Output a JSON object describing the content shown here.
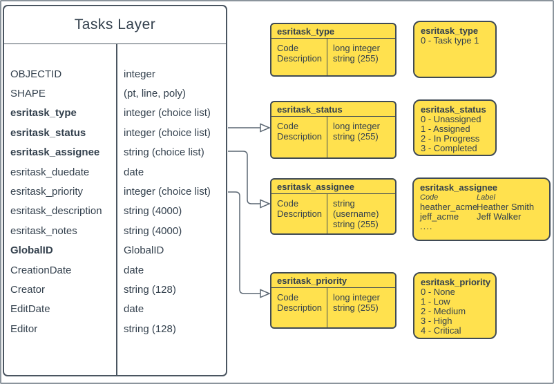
{
  "colors": {
    "box_fill": "#FFE14E",
    "box_border": "#3F4A55",
    "table_border": "#4A5560",
    "text": "#33404D",
    "connector_line": "#5A6672",
    "frame": "#8B949C"
  },
  "table": {
    "title": "Tasks Layer",
    "fields": [
      {
        "name": "OBJECTID",
        "type": "integer",
        "bold": false
      },
      {
        "name": "SHAPE",
        "type": "(pt, line, poly)",
        "bold": false
      },
      {
        "name": "esritask_type",
        "type": "integer (choice list)",
        "bold": true
      },
      {
        "name": "esritask_status",
        "type": "integer (choice list)",
        "bold": true
      },
      {
        "name": "esritask_assignee",
        "type": "string (choice list)",
        "bold": true
      },
      {
        "name": "esritask_duedate",
        "type": "date",
        "bold": false
      },
      {
        "name": "esritask_priority",
        "type": "integer (choice list)",
        "bold": false
      },
      {
        "name": "esritask_description",
        "type": "string (4000)",
        "bold": false
      },
      {
        "name": "esritask_notes",
        "type": "string (4000)",
        "bold": false
      },
      {
        "name": "GlobalID",
        "type": "GlobalID",
        "bold": true
      },
      {
        "name": "CreationDate",
        "type": "date",
        "bold": false
      },
      {
        "name": "Creator",
        "type": "string (128)",
        "bold": false
      },
      {
        "name": "EditDate",
        "type": "date",
        "bold": false
      },
      {
        "name": "Editor",
        "type": "string (128)",
        "bold": false
      }
    ]
  },
  "schema_boxes": [
    {
      "title": "esritask_type",
      "keys": [
        "Code",
        "Description"
      ],
      "values": [
        "long integer",
        "string (255)"
      ]
    },
    {
      "title": "esritask_status",
      "keys": [
        "Code",
        "Description"
      ],
      "values": [
        "long integer",
        "string (255)"
      ]
    },
    {
      "title": "esritask_assignee",
      "keys": [
        "Code",
        "Description"
      ],
      "values": [
        "string (username)",
        "string (255)"
      ]
    },
    {
      "title": "esritask_priority",
      "keys": [
        "Code",
        "Description"
      ],
      "values": [
        "long integer",
        "string (255)"
      ]
    }
  ],
  "value_boxes": [
    {
      "title": "esritask_type",
      "lines": [
        "0 - Task type 1"
      ]
    },
    {
      "title": "esritask_status",
      "lines": [
        "0 - Unassigned",
        "1 - Assigned",
        "2 - In Progress",
        "3 - Completed"
      ]
    },
    {
      "title": "esritask_assignee",
      "columns": {
        "headers": [
          "Code",
          "Label"
        ],
        "rows": [
          [
            "heather_acme",
            "Heather Smith"
          ],
          [
            "jeff_acme",
            "Jeff Walker"
          ]
        ],
        "more": "...."
      }
    },
    {
      "title": "esritask_priority",
      "lines": [
        "0 - None",
        "1 - Low",
        "2 - Medium",
        "3 - High",
        "4 - Critical"
      ]
    }
  ],
  "connectors": [
    {
      "from_field": "esritask_status",
      "to": "esritask_status"
    },
    {
      "from_field": "esritask_assignee",
      "to": "esritask_assignee"
    },
    {
      "from_field": "esritask_priority",
      "to": "esritask_priority"
    }
  ]
}
